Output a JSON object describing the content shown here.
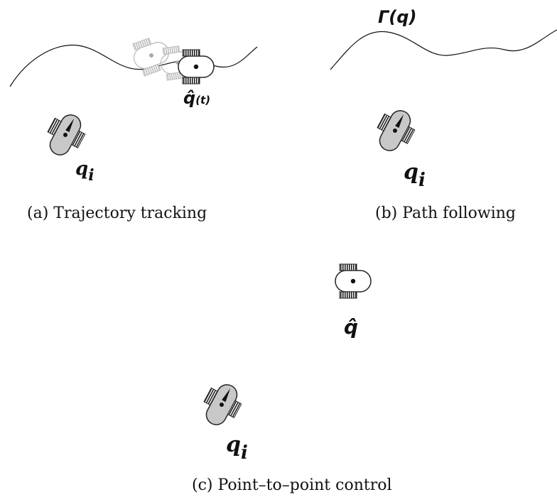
{
  "panels": {
    "a": {
      "caption": "(a) Trajectory tracking",
      "target_label": "q̂",
      "target_label_sub": "(t)",
      "robot_label": "q",
      "robot_label_sub": "i"
    },
    "b": {
      "caption": "(b) Path following",
      "path_label": "Γ(q)",
      "robot_label": "q",
      "robot_label_sub": "i"
    },
    "c": {
      "caption": "(c) Point–to–point control",
      "target_label": "q̂",
      "robot_label": "q",
      "robot_label_sub": "i"
    }
  },
  "colors": {
    "robot_body": "#c8c8c8",
    "robot_outline": "#222222",
    "ghost": "#bbbbbb",
    "line": "#111111"
  }
}
